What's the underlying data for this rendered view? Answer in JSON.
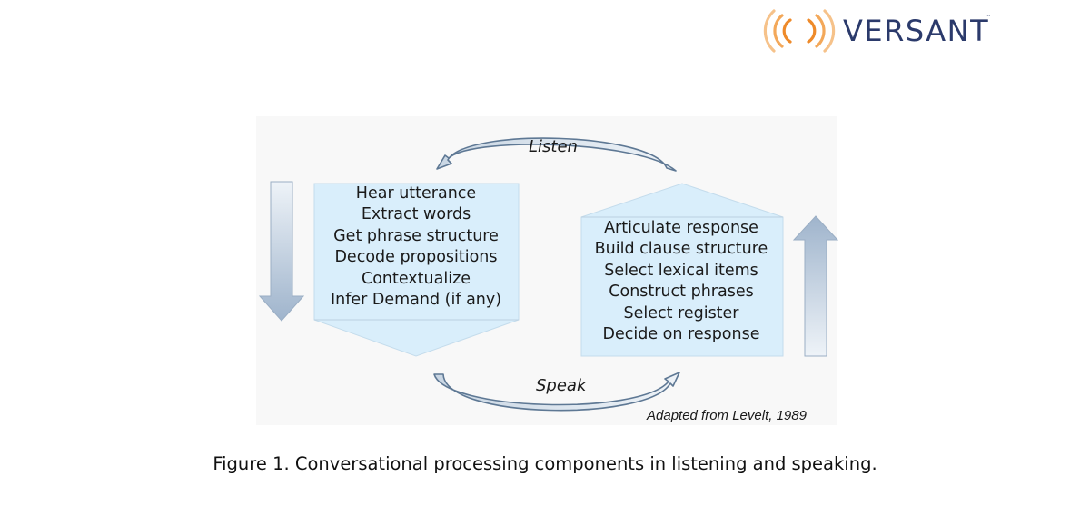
{
  "logo": {
    "brand": "VERSANT",
    "trademark": "™"
  },
  "diagram": {
    "listen_label": "Listen",
    "speak_label": "Speak",
    "listening_steps": [
      "Hear utterance",
      "Extract words",
      "Get phrase structure",
      "Decode propositions",
      "Contextualize",
      "Infer Demand (if any)"
    ],
    "speaking_steps": [
      "Articulate response",
      "Build clause structure",
      "Select lexical items",
      "Construct phrases",
      "Select register",
      "Decide on response"
    ],
    "citation": "Adapted from Levelt, 1989"
  },
  "caption": "Figure 1.  Conversational processing components in listening and speaking.",
  "colors": {
    "box_fill": "#d9eefb",
    "arrow_fill": "#c8d6e6",
    "curve_stroke": "#5e7894",
    "brand_orange": "#f39a1e",
    "brand_navy": "#2b3a6b"
  }
}
